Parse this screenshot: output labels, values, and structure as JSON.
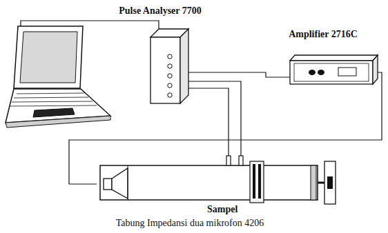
{
  "diagram": {
    "nodes": [
      {
        "text": [
          "Pulse Analyser 7700"
        ]
      },
      {
        "text": [
          "Amplifier 2716C"
        ]
      },
      {
        "text": [
          "Tabung Impedansi dua mikrofon 4206"
        ]
      }
    ],
    "edges": [
      {
        "from": 0,
        "to": 1,
        "arrow": "none"
      },
      {
        "from": 1,
        "to": 2,
        "arrow": "none"
      },
      {
        "from": 0,
        "to": 2,
        "arrow": "none"
      },
      {
        "from": 0,
        "to": 2,
        "arrow": "none"
      }
    ],
    "labels": [
      "Sampel"
    ]
  }
}
